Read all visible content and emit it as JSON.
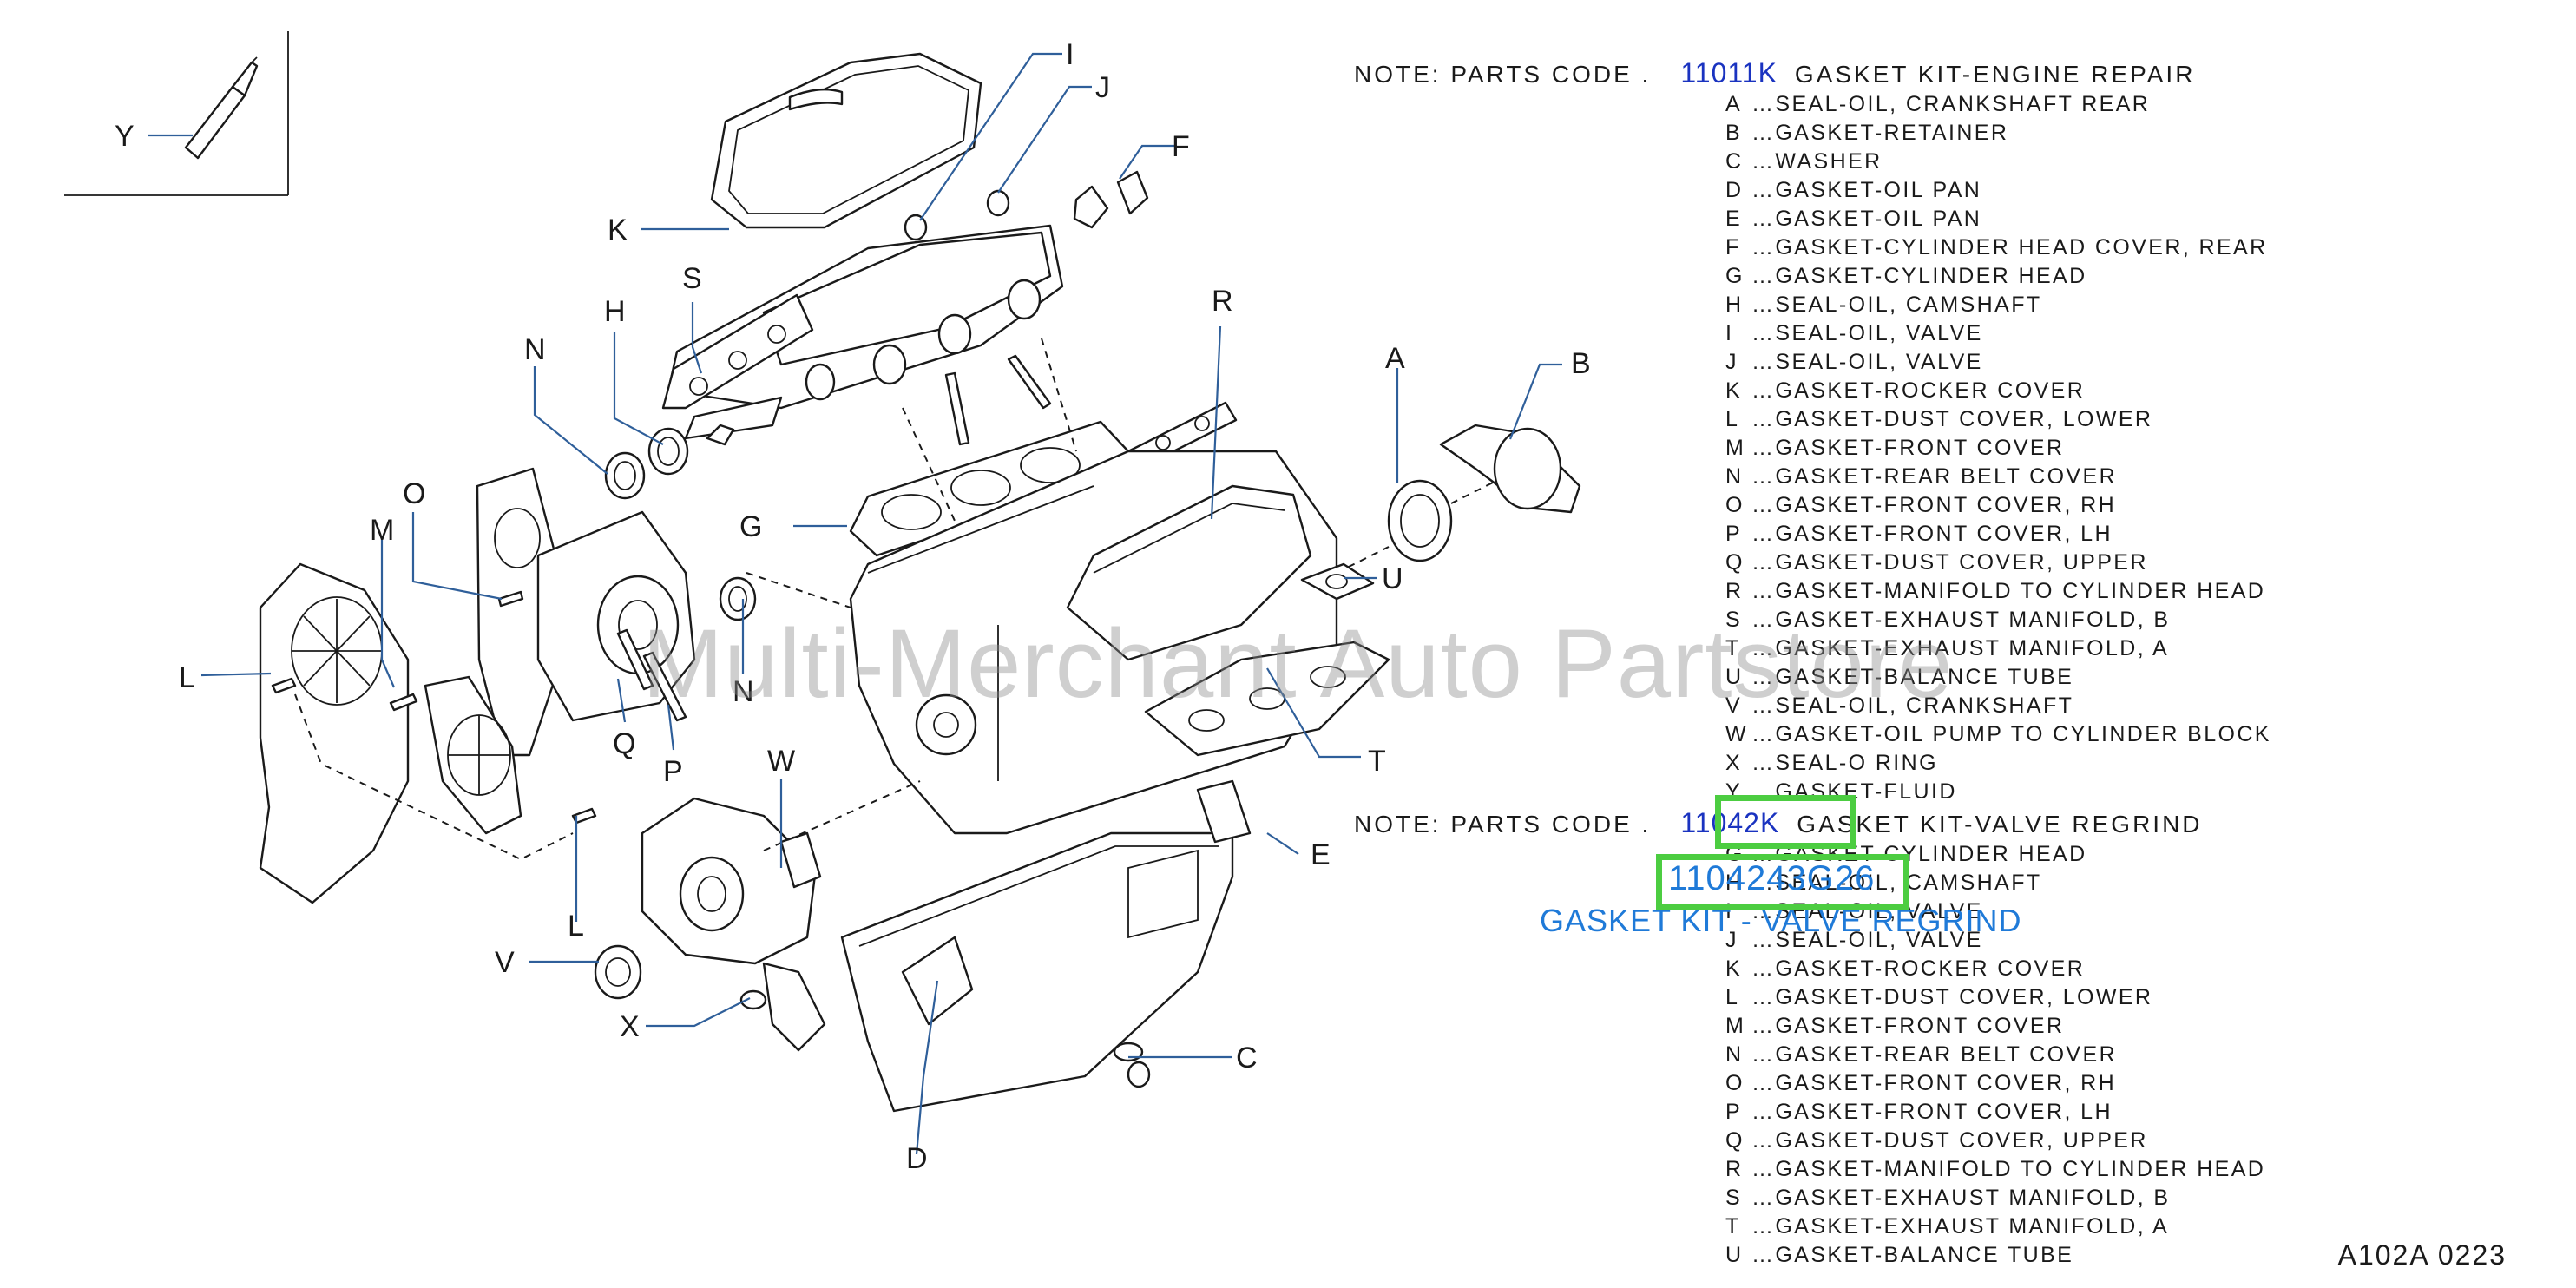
{
  "note_label": "NOTE:  PARTS  CODE  .",
  "kits": [
    {
      "code": "11011K",
      "title": "GASKET  KIT-ENGINE  REPAIR",
      "items": [
        {
          "letter": "A",
          "desc": "…SEAL-OIL,  CRANKSHAFT  REAR"
        },
        {
          "letter": "B",
          "desc": "…GASKET-RETAINER"
        },
        {
          "letter": "C",
          "desc": "…WASHER"
        },
        {
          "letter": "D",
          "desc": "…GASKET-OIL  PAN"
        },
        {
          "letter": "E",
          "desc": "…GASKET-OIL  PAN"
        },
        {
          "letter": "F",
          "desc": "…GASKET-CYLINDER  HEAD  COVER,  REAR"
        },
        {
          "letter": "G",
          "desc": "…GASKET-CYLINDER  HEAD"
        },
        {
          "letter": "H",
          "desc": "…SEAL-OIL,  CAMSHAFT"
        },
        {
          "letter": "I",
          "desc": "…SEAL-OIL,  VALVE"
        },
        {
          "letter": "J",
          "desc": "…SEAL-OIL,  VALVE"
        },
        {
          "letter": "K",
          "desc": "…GASKET-ROCKER  COVER"
        },
        {
          "letter": "L",
          "desc": "…GASKET-DUST  COVER,  LOWER"
        },
        {
          "letter": "M",
          "desc": "…GASKET-FRONT  COVER"
        },
        {
          "letter": "N",
          "desc": "…GASKET-REAR  BELT  COVER"
        },
        {
          "letter": "O",
          "desc": "…GASKET-FRONT  COVER,  RH"
        },
        {
          "letter": "P",
          "desc": "…GASKET-FRONT  COVER,  LH"
        },
        {
          "letter": "Q",
          "desc": "…GASKET-DUST  COVER,  UPPER"
        },
        {
          "letter": "R",
          "desc": "…GASKET-MANIFOLD  TO  CYLINDER  HEAD"
        },
        {
          "letter": "S",
          "desc": "…GASKET-EXHAUST  MANIFOLD,  B"
        },
        {
          "letter": "T",
          "desc": "…GASKET-EXHAUST  MANIFOLD,  A"
        },
        {
          "letter": "U",
          "desc": "…GASKET-BALANCE  TUBE"
        },
        {
          "letter": "V",
          "desc": "…SEAL-OIL,  CRANKSHAFT"
        },
        {
          "letter": "W",
          "desc": "…GASKET-OIL  PUMP  TO  CYLINDER  BLOCK"
        },
        {
          "letter": "X",
          "desc": "…SEAL-O  RING"
        },
        {
          "letter": "Y",
          "desc": "…GASKET-FLUID"
        }
      ]
    },
    {
      "code": "11042K",
      "title": "GASKET  KIT-VALVE  REGRIND",
      "items": [
        {
          "letter": "G",
          "desc": "…GASKET-CYLINDER  HEAD"
        },
        {
          "letter": "H",
          "desc": "…SEAL-OIL,  CAMSHAFT"
        },
        {
          "letter": "I",
          "desc": "…SEAL-OIL,  VALVE"
        },
        {
          "letter": "J",
          "desc": "…SEAL-OIL,  VALVE"
        },
        {
          "letter": "K",
          "desc": "…GASKET-ROCKER  COVER"
        },
        {
          "letter": "L",
          "desc": "…GASKET-DUST  COVER,  LOWER"
        },
        {
          "letter": "M",
          "desc": "…GASKET-FRONT  COVER"
        },
        {
          "letter": "N",
          "desc": "…GASKET-REAR  BELT  COVER"
        },
        {
          "letter": "O",
          "desc": "…GASKET-FRONT  COVER,  RH"
        },
        {
          "letter": "P",
          "desc": "…GASKET-FRONT  COVER,  LH"
        },
        {
          "letter": "Q",
          "desc": "…GASKET-DUST  COVER,  UPPER"
        },
        {
          "letter": "R",
          "desc": "…GASKET-MANIFOLD  TO  CYLINDER  HEAD"
        },
        {
          "letter": "S",
          "desc": "…GASKET-EXHAUST  MANIFOLD,  B"
        },
        {
          "letter": "T",
          "desc": "…GASKET-EXHAUST  MANIFOLD,  A"
        },
        {
          "letter": "U",
          "desc": "…GASKET-BALANCE  TUBE"
        }
      ]
    }
  ],
  "overlay": {
    "part_number": "1104243G26",
    "description": "GASKET KIT - VALVE REGRIND"
  },
  "watermark": "Multi-Merchant Auto Partstore",
  "footer": "A102A   0223",
  "callouts": {
    "A": "A",
    "B": "B",
    "C": "C",
    "D": "D",
    "E": "E",
    "F": "F",
    "G": "G",
    "H": "H",
    "I": "I",
    "J": "J",
    "K": "K",
    "L": "L",
    "M": "M",
    "N": "N",
    "O": "O",
    "P": "P",
    "Q": "Q",
    "R": "R",
    "S": "S",
    "T": "T",
    "U": "U",
    "V": "V",
    "W": "W",
    "X": "X",
    "Y": "Y"
  },
  "colors": {
    "kit_code": "#1a33c0",
    "overlay_text": "#1f7ad8",
    "highlight_box": "#4ccd41",
    "leader_line": "#2f5f9a"
  }
}
